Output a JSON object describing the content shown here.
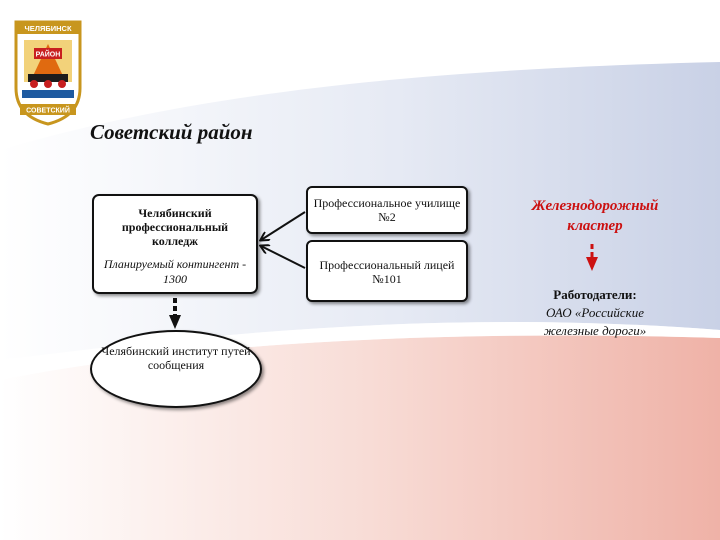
{
  "slide": {
    "title": "Советский район"
  },
  "emblem": {
    "top_text": "ЧЕЛЯБИНСК",
    "middle_text": "РАЙОН",
    "bottom_text": "СОВЕТСКИЙ"
  },
  "boxes": {
    "college": {
      "name": "Челябинский профессиональный колледж",
      "plan": "Планируемый контингент - 1300"
    },
    "school": "Профессиональное училище №2",
    "lyceum": "Профессиональный лицей №101",
    "institute": "Челябинский институт путей сообщения"
  },
  "cluster": {
    "title": "Железнодорожный кластер"
  },
  "employers": {
    "heading": "Работодатели:",
    "text": "ОАО «Российские железные дороги»"
  },
  "colors": {
    "accent_red": "#cc1111",
    "background_band_blue": "#d4dbec",
    "background_band_pink": "#f3c6be",
    "box_border": "#111111"
  }
}
